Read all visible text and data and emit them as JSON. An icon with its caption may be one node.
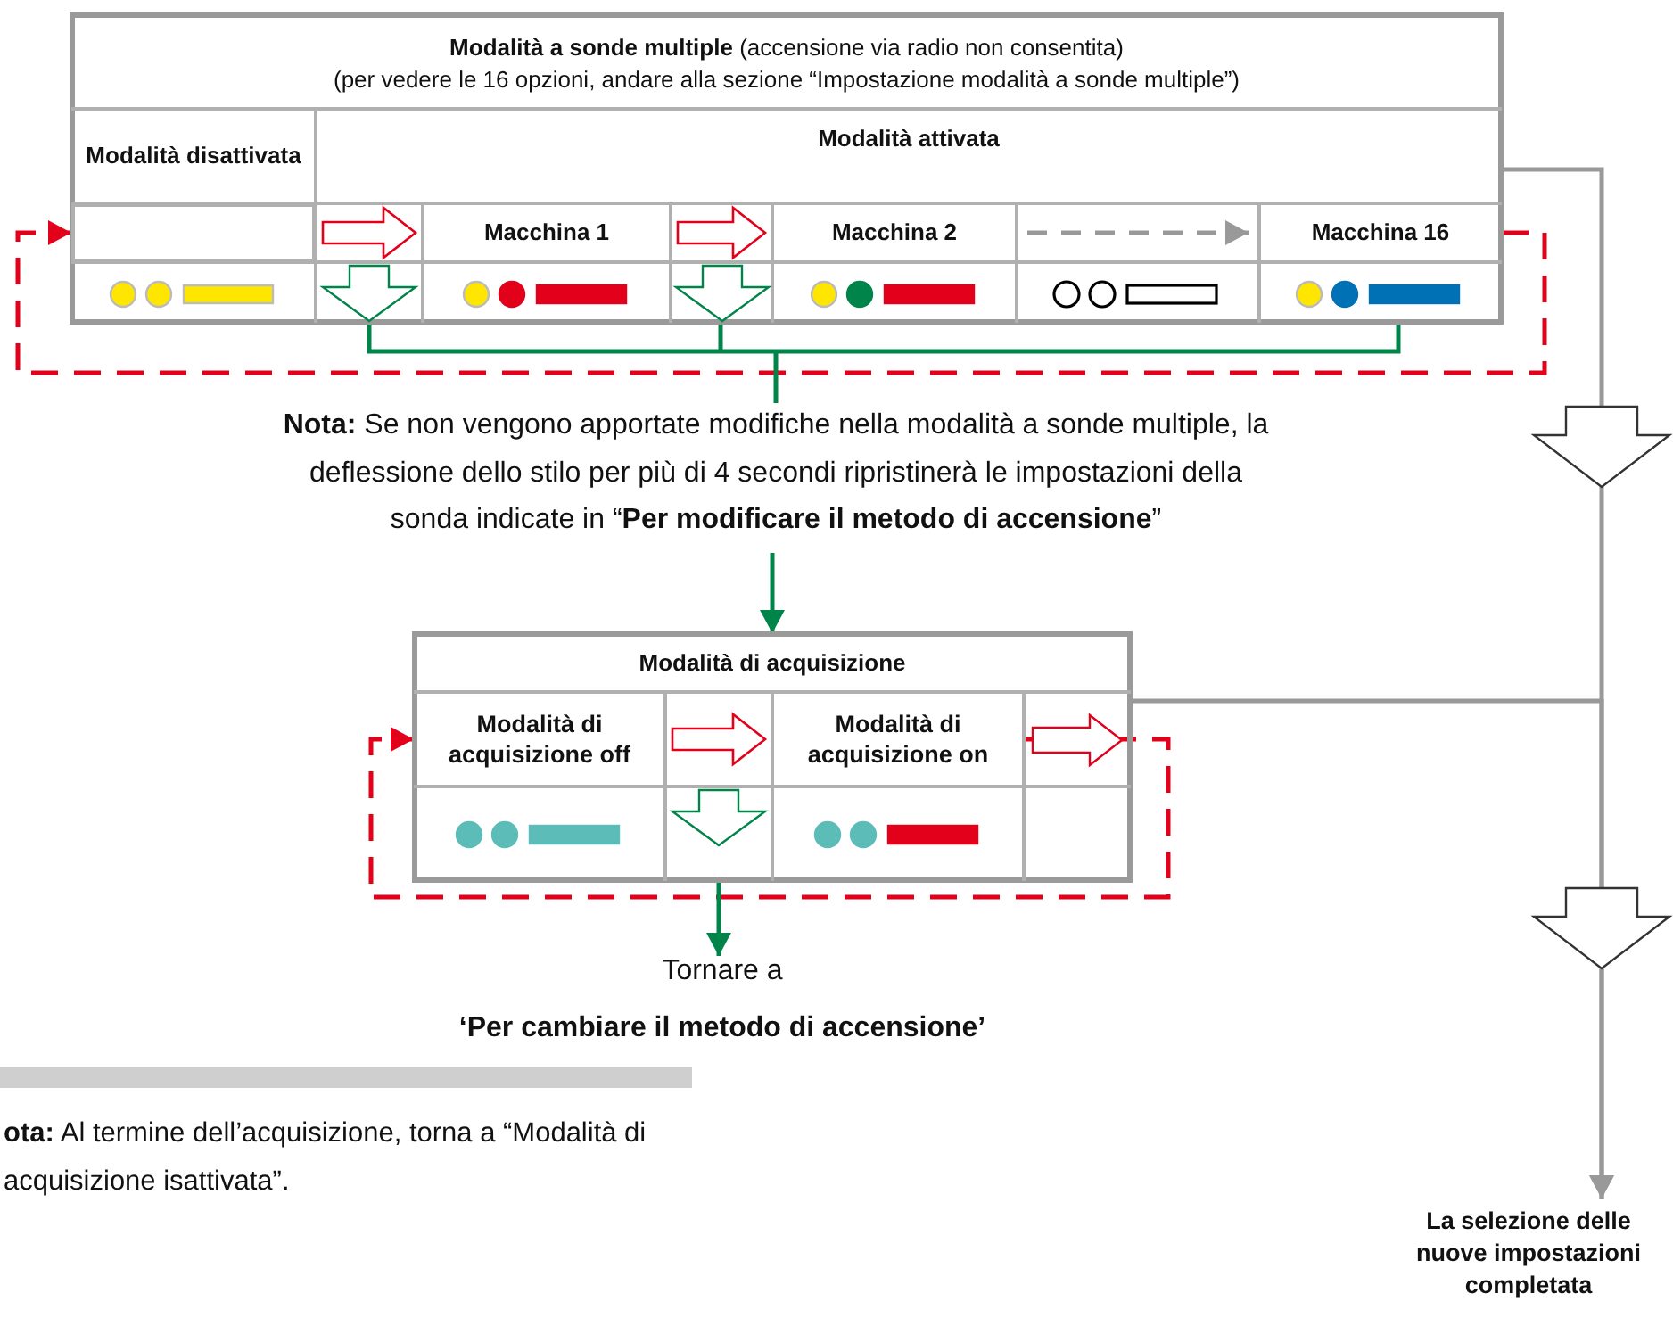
{
  "diagram": {
    "nodes": [
      {
        "text": [
          "**Modalità a sonde multiple** (accensione via radio non consentita)",
          "(per vedere le 16 opzioni, andare alla sezione “Impostazione modalità a sonde multiple”)"
        ]
      },
      {
        "text": [
          "Modalità disattivata"
        ],
        "in": 0
      },
      {
        "text": [
          "Modalità attivata"
        ],
        "in": 0
      },
      {
        "text": [],
        "shape": "box",
        "in": 0
      },
      {
        "text": [
          "Macchina 1"
        ],
        "in": 0
      },
      {
        "text": [
          "Macchina 2"
        ],
        "in": 0
      },
      {
        "text": [
          "Macchina 16"
        ],
        "in": 0
      },
      {
        "text": [
          "**Nota:** Se non vengono apportate modifiche nella modalità a sonde multiple, la deflessione dello stilo per più di 4 secondi ripristinerà le impostazioni della sonda indicate in “**Per modificare il metodo di accensione**”"
        ]
      },
      {
        "text": [
          "Modalità di acquisizione"
        ]
      },
      {
        "text": [
          "Modalità di acquisizione off"
        ],
        "in": 8
      },
      {
        "text": [
          "Modalità di acquisizione on"
        ],
        "in": 8
      },
      {
        "text": [
          "Tornare a",
          "‘Per cambiare il metodo di accensione’"
        ]
      },
      {
        "text": [
          "La selezione delle nuove impostazioni completata"
        ]
      }
    ],
    "edges": [
      {
        "from": 3,
        "to": 4,
        "arrow": "to",
        "style": "thick",
        "color": "#e2001a"
      },
      {
        "from": 4,
        "to": 5,
        "arrow": "to",
        "style": "thick",
        "color": "#e2001a"
      },
      {
        "from": 5,
        "to": 6,
        "arrow": "to",
        "style": "dashed",
        "color": "#999999"
      },
      {
        "from": 6,
        "to": 3,
        "arrow": "to",
        "style": "dashed",
        "color": "#e2001a"
      },
      {
        "from": 0,
        "to": 7,
        "arrow": "none",
        "color": "#00844a"
      },
      {
        "from": 7,
        "to": 8,
        "arrow": "to",
        "color": "#00844a"
      },
      {
        "from": 9,
        "to": 10,
        "arrow": "to",
        "style": "thick",
        "color": "#e2001a"
      },
      {
        "from": 10,
        "to": 9,
        "arrow": "to",
        "style": "dashed",
        "color": "#e2001a"
      },
      {
        "from": 8,
        "to": 11,
        "arrow": "to",
        "color": "#00844a"
      },
      {
        "from": 0,
        "to": 12,
        "arrow": "to",
        "color": "#999999"
      },
      {
        "from": 8,
        "to": 12,
        "arrow": "to",
        "color": "#999999"
      }
    ],
    "labels": [
      "**ota:** Al termine dell’acquisizione, torna a “Modalità di acquisizione isattivata”."
    ]
  }
}
